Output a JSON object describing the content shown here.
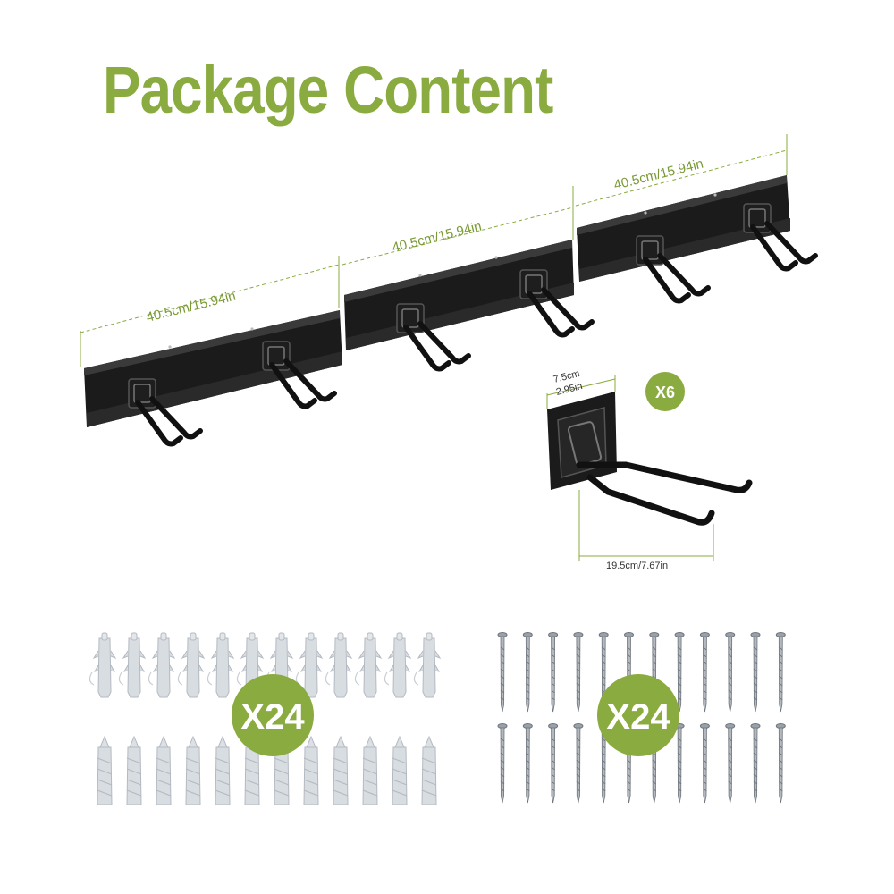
{
  "title": "Package Content",
  "accent_color": "#8aab3f",
  "rails": {
    "count": 3,
    "segment_labels": [
      "40.5cm/15.94in",
      "40.5cm/15.94in",
      "40.5cm/15.94in"
    ]
  },
  "hook_detail": {
    "width_label_cm": "7.5cm",
    "width_label_in": "2.95in",
    "quantity": "X6",
    "depth_label": "19.5cm/7.67in"
  },
  "anchors": {
    "quantity": "X24",
    "icon": "wall-anchor-icon"
  },
  "screws": {
    "quantity": "X24",
    "icon": "screw-icon"
  }
}
